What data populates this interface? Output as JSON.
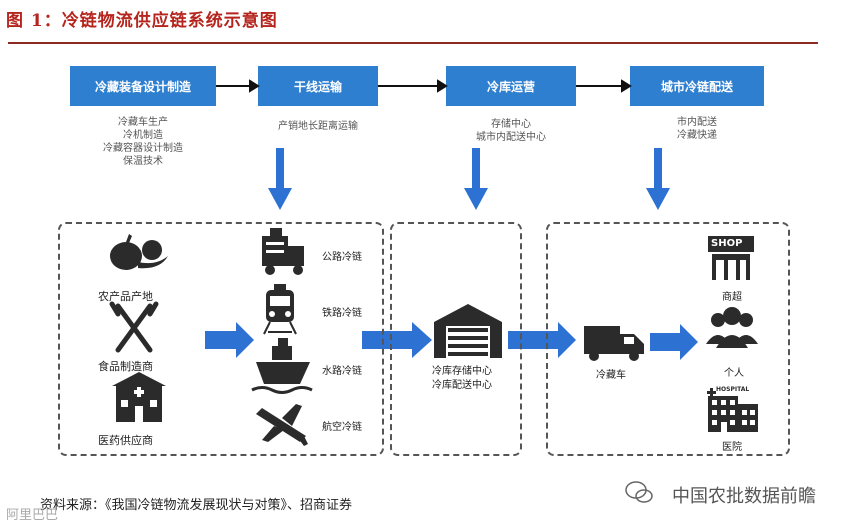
{
  "title": "图 1：冷链物流供应链系统示意图",
  "stages": [
    {
      "label": "冷藏装备设计制造",
      "desc": [
        "冷藏车生产",
        "冷机制造",
        "冷藏容器设计制造",
        "保温技术"
      ]
    },
    {
      "label": "干线运输",
      "desc": [
        "产销地长距离运输"
      ]
    },
    {
      "label": "冷库运营",
      "desc": [
        "存储中心",
        "城市内配送中心"
      ]
    },
    {
      "label": "城市冷链配送",
      "desc": [
        "市内配送",
        "冷藏快递"
      ]
    }
  ],
  "sources": [
    "农产品产地",
    "食品制造商",
    "医药供应商"
  ],
  "transport": [
    "公路冷链",
    "铁路冷链",
    "水路冷链",
    "航空冷链"
  ],
  "warehouse": [
    "冷库存储中心",
    "冷库配送中心"
  ],
  "truck_label": "冷藏车",
  "destinations": [
    "商超",
    "个人",
    "医院"
  ],
  "shop_sign": "SHOP",
  "hospital_sign": "HOSPITAL",
  "source_note": "资料来源：《我国冷链物流发展现状与对策》、招商证券",
  "watermark": "中国农批数据前瞻",
  "watermark_left": "阿里巴巴",
  "colors": {
    "stage_blue": "#2f7fd0",
    "arrow_blue": "#2d72d2",
    "title_red": "#b5251d",
    "icon": "#2b2b2b"
  }
}
